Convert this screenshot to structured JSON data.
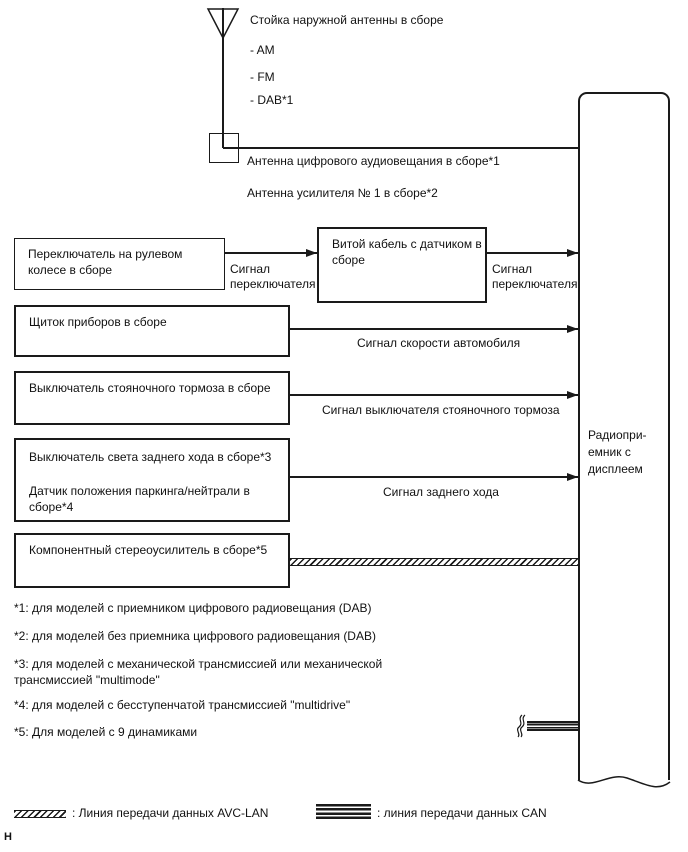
{
  "colors": {
    "ink": "#1a1a1a",
    "paper": "#ffffff"
  },
  "antenna": {
    "mast_label": "Стойка наружной антенны в сборе",
    "bands": [
      "- AM",
      "- FM",
      "- DAB*1"
    ],
    "dab_antenna_label": "Антенна цифрового аудиовещания в сборе*1",
    "amp_antenna_label": "Антенна усилителя № 1 в сборе*2"
  },
  "components": {
    "steering_switch": "Переключатель на рулевом\nколесе в сборе",
    "spiral_cable": "Витой кабель с датчиком в\nсборе",
    "instrument_cluster": "Щиток приборов в сборе",
    "parking_brake_switch": "Выключатель стояночного тормоза в сборе",
    "reverse_light_switch": "Выключатель света заднего хода в сборе*3",
    "park_neutral_sensor": "Датчик положения паркинга/нейтрали в сборе*4",
    "stereo_amplifier": "Компонентный стереоусилитель в сборе*5",
    "radio_receiver": "Радиопри-\nемник с\nдисплеем"
  },
  "signals": {
    "switch_signal_1": "Сигнал\nпереключателя",
    "switch_signal_2": "Сигнал\nпереключателя",
    "vehicle_speed": "Сигнал скорости автомобиля",
    "parking_brake": "Сигнал выключателя стояночного тормоза",
    "reverse": "Сигнал заднего хода"
  },
  "footnotes": [
    "*1: для моделей с приемником цифрового радиовещания (DAB)",
    "*2: для моделей без приемника цифрового радиовещания (DAB)",
    "*3: для моделей с механической трансмиссией или механической\nтрансмиссией \"multimode\"",
    "*4: для моделей с бесступенчатой трансмиссией \"multidrive\"",
    "*5: Для моделей с 9 динамиками"
  ],
  "legend": {
    "avclan": ": Линия передачи данных AVC-LAN",
    "can": ": линия передачи данных CAN"
  },
  "page_marker": "H"
}
